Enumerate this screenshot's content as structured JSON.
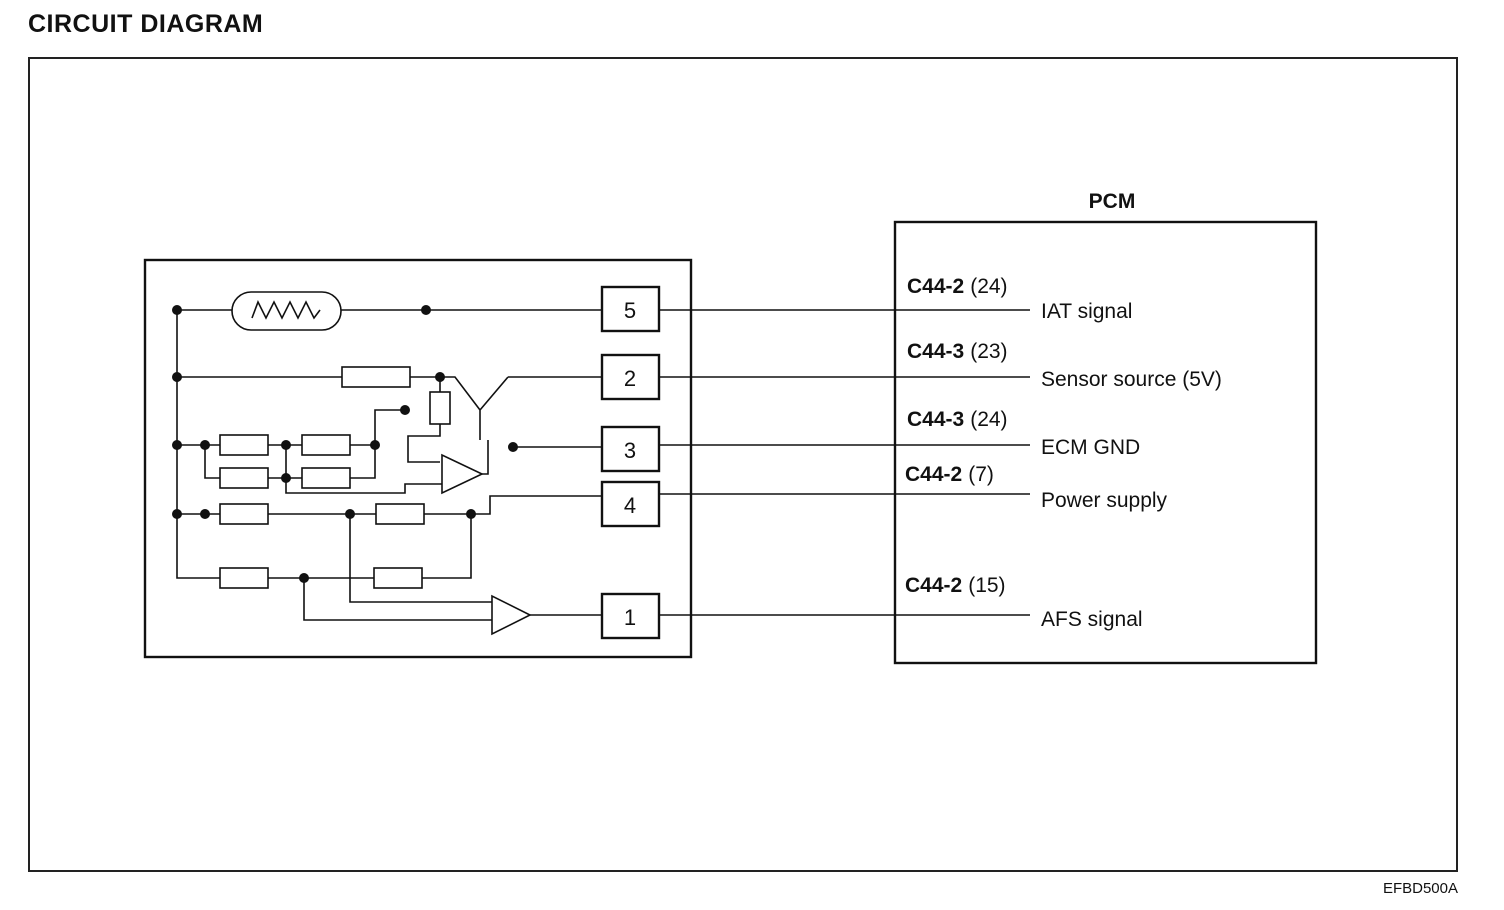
{
  "title": "CIRCUIT DIAGRAM",
  "figure_code": "EFBD500A",
  "pcm": {
    "label": "PCM"
  },
  "pins": [
    {
      "pin": "5",
      "connector": "C44-2",
      "terminal": "(24)",
      "signal": "IAT signal"
    },
    {
      "pin": "2",
      "connector": "C44-3",
      "terminal": "(23)",
      "signal": "Sensor source (5V)"
    },
    {
      "pin": "3",
      "connector": "C44-3",
      "terminal": "(24)",
      "signal": "ECM GND"
    },
    {
      "pin": "4",
      "connector": "C44-2",
      "terminal": "(7)",
      "signal": "Power supply"
    },
    {
      "pin": "1",
      "connector": "C44-2",
      "terminal": "(15)",
      "signal": "AFS signal"
    }
  ]
}
